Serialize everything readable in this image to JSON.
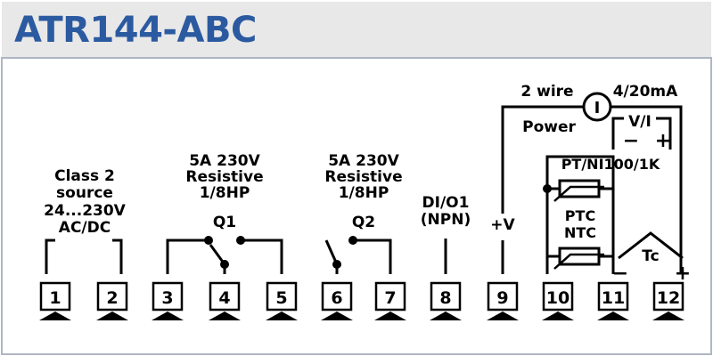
{
  "title": "ATR144-ABC",
  "labels": {
    "class2_line1": "Class 2",
    "class2_line2": "source",
    "class2_line3": "24...230V",
    "class2_line4": "AC/DC",
    "q1_spec1": "5A 230V",
    "q1_spec2": "Resistive",
    "q1_spec3": "1/8HP",
    "q1_name": "Q1",
    "q2_spec1": "5A 230V",
    "q2_spec2": "Resistive",
    "q2_spec3": "1/8HP",
    "q2_name": "Q2",
    "dio1_line1": "DI/O1",
    "dio1_line2": "(NPN)",
    "plus_v": "+V",
    "two_wire": "2 wire",
    "power": "Power",
    "current_symbol": "I",
    "range": "4/20mA",
    "vi": "V/I",
    "vi_minus": "−",
    "vi_plus": "+",
    "pt_ni": "PT/NI100/1K",
    "ptc": "PTC",
    "ntc": "NTC",
    "tc": "Tc",
    "tc_minus": "−",
    "tc_plus": "+"
  },
  "terminals": [
    "1",
    "2",
    "3",
    "4",
    "5",
    "6",
    "7",
    "8",
    "9",
    "10",
    "11",
    "12"
  ],
  "colors": {
    "title": "#2b5aa0",
    "header_bg": "#e8e8e8",
    "header_border": "#a9b2c2",
    "frame": "#b0b6c4"
  }
}
